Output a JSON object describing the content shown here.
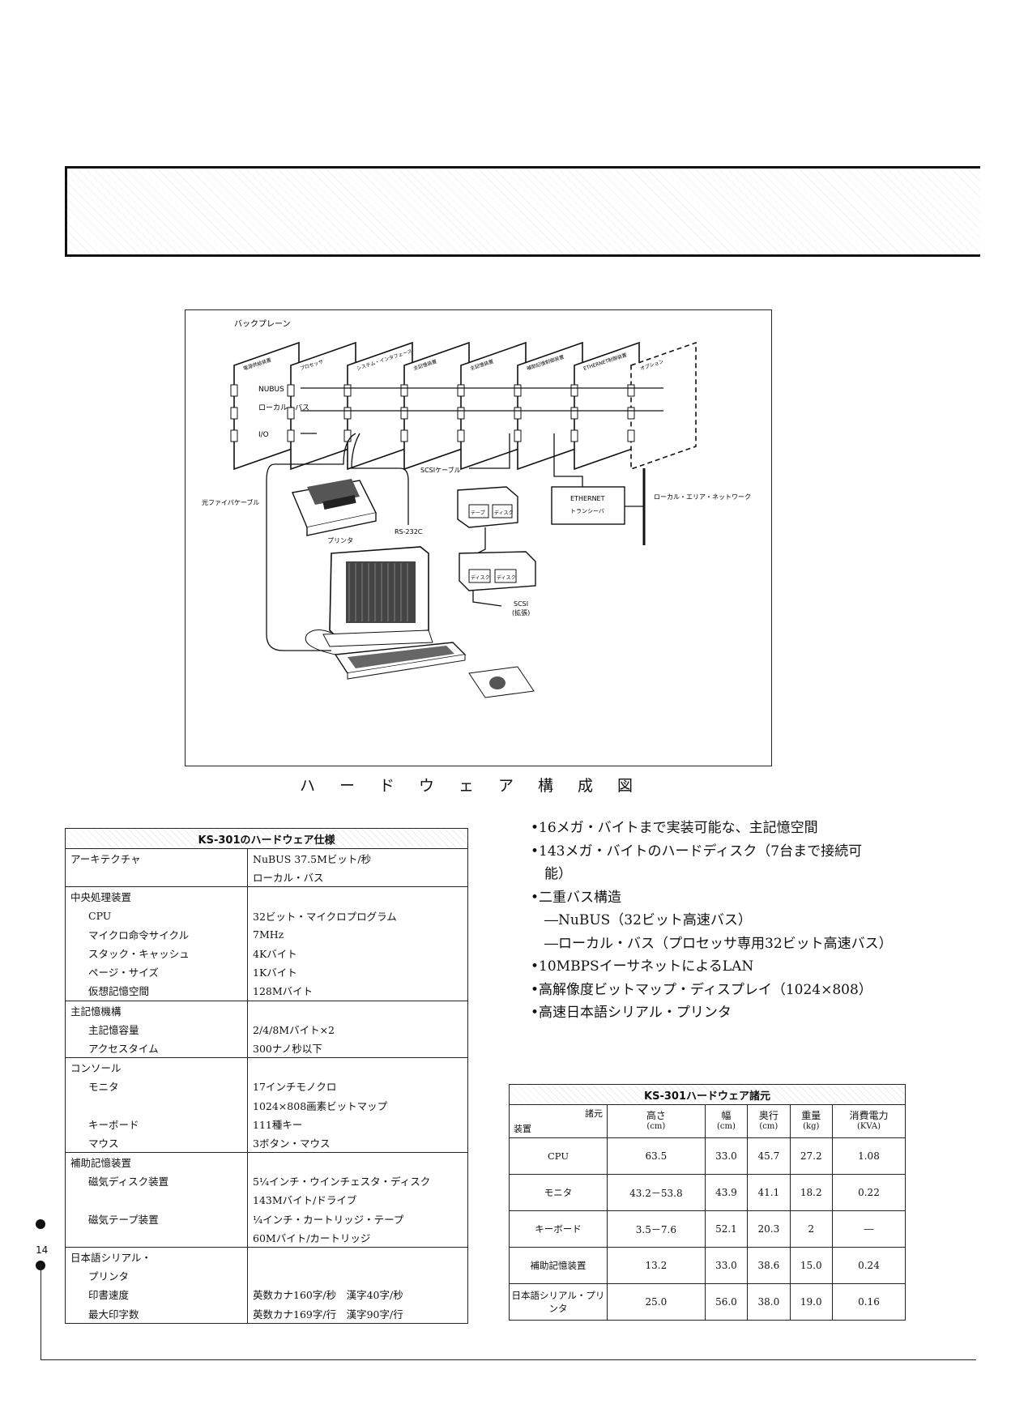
{
  "figure": {
    "caption": "ハードウェア構成図",
    "backplane_label": "バックプレーン",
    "boards": [
      "電源供給装置",
      "プロセッサ",
      "システム・インタフェース",
      "主記憶装置",
      "主記憶装置",
      "補助記憶制御装置",
      "ETHERNET制御装置",
      "オプション"
    ],
    "bus_labels": [
      "NUBUS",
      "ローカル・バス",
      "I/O"
    ],
    "scsi_cable": "SCSIケーブル",
    "tape": "テープ",
    "disk": "ディスク",
    "ethernet_box": "ETHERNET",
    "transceiver": "トランシーバ",
    "lan": "ローカル・エリア・ネットワーク",
    "optical_fiber": "光ファイバケーブル",
    "rs232c": "RS-232C",
    "printer": "プリンタ",
    "scsi_ext": "SCSI",
    "scsi_ext2": "(拡張)"
  },
  "spec_table": {
    "title": "KS-301のハードウェア仕様",
    "rows": [
      {
        "label": "アーキテクチャ",
        "value": "NuBUS 37.5Mビット/秒",
        "indent": false,
        "sep": true
      },
      {
        "label": "",
        "value": "ローカル・バス",
        "indent": false,
        "sep": false
      },
      {
        "label": "中央処理装置",
        "value": "",
        "indent": false,
        "sep": true
      },
      {
        "label": "CPU",
        "value": "32ビット・マイクロプログラム",
        "indent": true,
        "sep": false
      },
      {
        "label": "マイクロ命令サイクル",
        "value": "7MHz",
        "indent": true,
        "sep": false
      },
      {
        "label": "スタック・キャッシュ",
        "value": "4Kバイト",
        "indent": true,
        "sep": false
      },
      {
        "label": "ページ・サイズ",
        "value": "1Kバイト",
        "indent": true,
        "sep": false
      },
      {
        "label": "仮想記憶空間",
        "value": "128Mバイト",
        "indent": true,
        "sep": false
      },
      {
        "label": "主記憶機構",
        "value": "",
        "indent": false,
        "sep": true
      },
      {
        "label": "主記憶容量",
        "value": "2/4/8Mバイト×2",
        "indent": true,
        "sep": false
      },
      {
        "label": "アクセスタイム",
        "value": "300ナノ秒以下",
        "indent": true,
        "sep": false
      },
      {
        "label": "コンソール",
        "value": "",
        "indent": false,
        "sep": true
      },
      {
        "label": "モニタ",
        "value": "17インチモノクロ",
        "indent": true,
        "sep": false
      },
      {
        "label": "",
        "value": "1024×808画素ビットマップ",
        "indent": true,
        "sep": false
      },
      {
        "label": "キーボード",
        "value": "111種キー",
        "indent": true,
        "sep": false
      },
      {
        "label": "マウス",
        "value": "3ボタン・マウス",
        "indent": true,
        "sep": false
      },
      {
        "label": "補助記憶装置",
        "value": "",
        "indent": false,
        "sep": true
      },
      {
        "label": "磁気ディスク装置",
        "value": "5¼インチ・ウインチェスタ・ディスク",
        "indent": true,
        "sep": false
      },
      {
        "label": "",
        "value": "143Mバイト/ドライブ",
        "indent": true,
        "sep": false
      },
      {
        "label": "磁気テープ装置",
        "value": "¼インチ・カートリッジ・テープ",
        "indent": true,
        "sep": false
      },
      {
        "label": "",
        "value": "60Mバイト/カートリッジ",
        "indent": true,
        "sep": false
      },
      {
        "label": "日本語シリアル・",
        "value": "",
        "indent": false,
        "sep": true
      },
      {
        "label": "プリンタ",
        "value": "",
        "indent": true,
        "sep": false
      },
      {
        "label": "印書速度",
        "value": "英数カナ160字/秒　漢字40字/秒",
        "indent": true,
        "sep": false
      },
      {
        "label": "最大印字数",
        "value": "英数カナ169字/行　漢字90字/行",
        "indent": true,
        "sep": false
      }
    ]
  },
  "features": [
    "•16メガ・バイトまで実装可能な、主記憶空間",
    "•143メガ・バイトのハードディスク（7台まで接続可",
    "　能）",
    "•二重バス構造",
    "　―NuBUS（32ビット高速バス）",
    "　―ローカル・バス（プロセッサ専用32ビット高速バス）",
    "•10MBPSイーサネットによるLAN",
    "•高解像度ビットマップ・ディスプレイ（1024×808）",
    "•高速日本語シリアル・プリンタ"
  ],
  "hw_table": {
    "title": "KS-301ハードウェア諸元",
    "diag_top": "諸元",
    "diag_bottom": "装置",
    "columns": [
      {
        "name": "高さ",
        "unit": "(cm)"
      },
      {
        "name": "幅",
        "unit": "(cm)"
      },
      {
        "name": "奥行",
        "unit": "(cm)"
      },
      {
        "name": "重量",
        "unit": "(kg)"
      },
      {
        "name": "消費電力",
        "unit": "(KVA)"
      }
    ],
    "rows": [
      {
        "device": "CPU",
        "values": [
          "63.5",
          "33.0",
          "45.7",
          "27.2",
          "1.08"
        ]
      },
      {
        "device": "モニタ",
        "values": [
          "43.2－53.8",
          "43.9",
          "41.1",
          "18.2",
          "0.22"
        ]
      },
      {
        "device": "キーボード",
        "values": [
          "3.5－7.6",
          "52.1",
          "20.3",
          "2",
          "―"
        ]
      },
      {
        "device": "補助記憶装置",
        "values": [
          "13.2",
          "33.0",
          "38.6",
          "15.0",
          "0.24"
        ]
      },
      {
        "device": "日本語シリアル・プリンタ",
        "values": [
          "25.0",
          "56.0",
          "38.0",
          "19.0",
          "0.16"
        ]
      }
    ]
  },
  "page_number": "14"
}
